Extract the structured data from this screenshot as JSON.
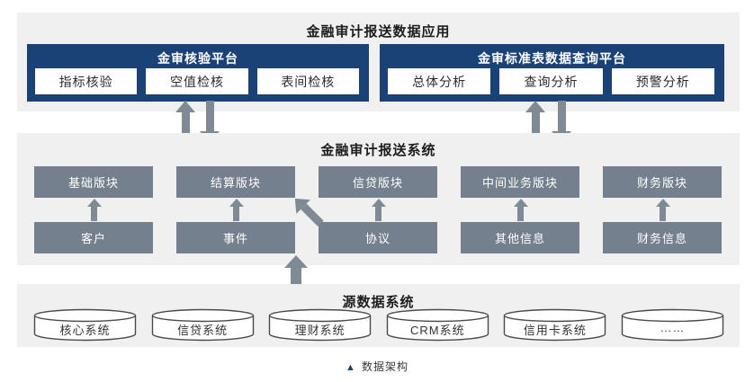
{
  "colors": {
    "band_background": "#f0f0f1",
    "platform_navy": "#1b4277",
    "module_gray": "#75808e",
    "arrow_gray": "#7f8a95",
    "caption_triangle_navy": "#1b4373"
  },
  "top_band": {
    "title": "金融审计报送数据应用",
    "platforms": [
      {
        "title": "金审核验平台",
        "buttons": [
          "指标核验",
          "空值检核",
          "表间检核"
        ]
      },
      {
        "title": "金审标准表数据查询平台",
        "buttons": [
          "总体分析",
          "查询分析",
          "预警分析"
        ]
      }
    ]
  },
  "middle_band": {
    "title": "金融审计报送系统",
    "top_row": [
      "基础版块",
      "结算版块",
      "信贷版块",
      "中间业务版块",
      "财务版块"
    ],
    "bottom_row": [
      "客户",
      "事件",
      "协议",
      "其他信息",
      "财务信息"
    ]
  },
  "bottom_band": {
    "title": "源数据系统",
    "databases": [
      "核心系统",
      "信贷系统",
      "理财系统",
      "CRM系统",
      "信用卡系统",
      "……"
    ]
  },
  "caption": {
    "marker": "▲",
    "text": "数据架构"
  }
}
